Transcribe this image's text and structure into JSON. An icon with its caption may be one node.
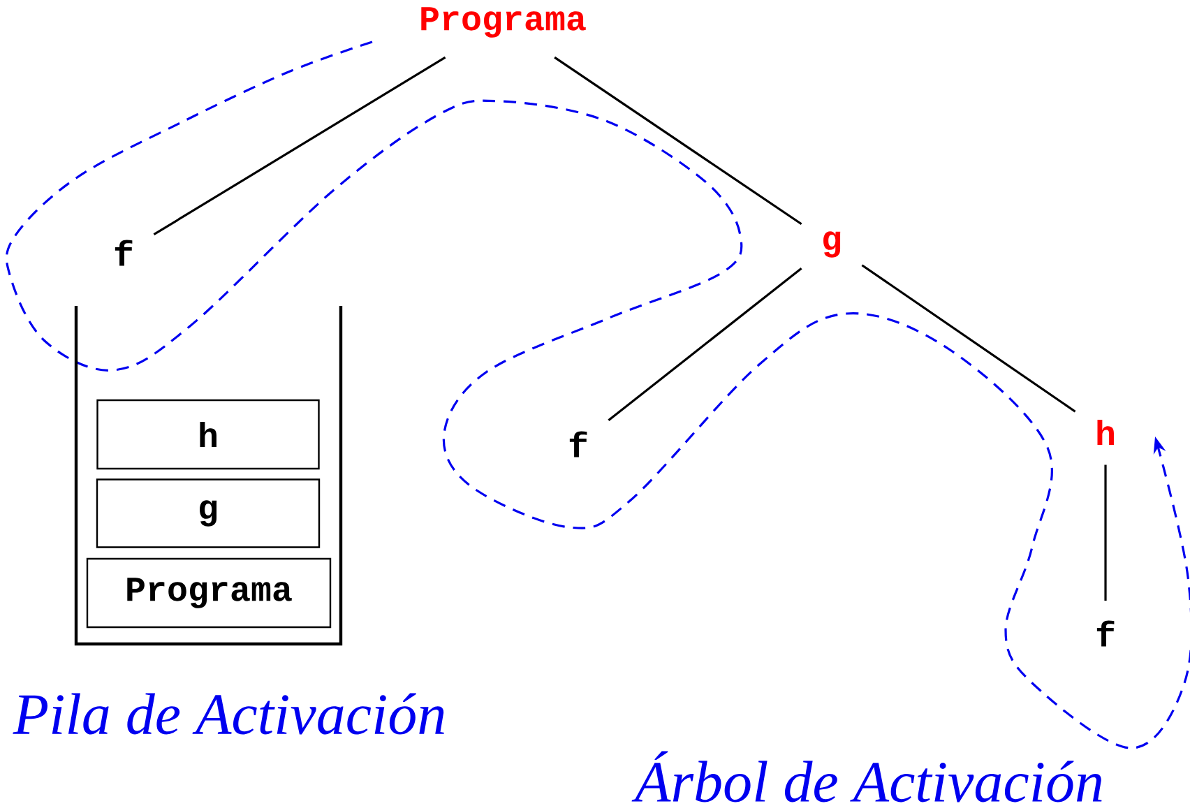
{
  "diagram": {
    "nodes": [
      {
        "text": [
          "Programa"
        ]
      },
      {
        "text": [
          "f"
        ]
      },
      {
        "text": [
          "g"
        ]
      },
      {
        "text": [
          "f"
        ]
      },
      {
        "text": [
          "h"
        ]
      },
      {
        "text": [
          "f"
        ]
      },
      {
        "text": [
          "h"
        ]
      },
      {
        "text": [
          "g"
        ]
      },
      {
        "text": [
          "Programa"
        ]
      }
    ],
    "edges": [
      {
        "from": 0,
        "to": 1,
        "arrow": "none"
      },
      {
        "from": 0,
        "to": 2,
        "arrow": "none"
      },
      {
        "from": 2,
        "to": 3,
        "arrow": "none"
      },
      {
        "from": 2,
        "to": 4,
        "arrow": "none"
      },
      {
        "from": 4,
        "to": 5,
        "arrow": "none"
      }
    ],
    "labels": [
      "Pila de Activación",
      "Árbol de Activación"
    ]
  }
}
